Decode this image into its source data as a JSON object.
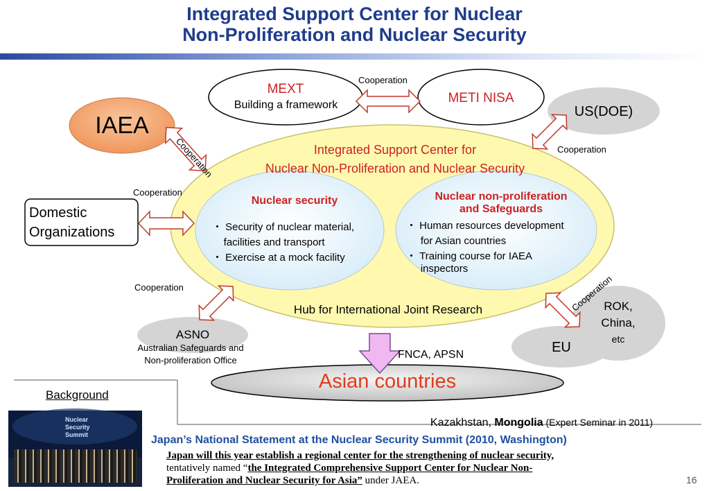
{
  "title": {
    "line1": "Integrated Support Center for Nuclear",
    "line2": "Non-Proliferation and Nuclear Security"
  },
  "colors": {
    "title_blue": "#1f3c8c",
    "red_text": "#cc2222",
    "big_ellipse_fill": "#fff9b0",
    "iaea_fill": "#f4a06a",
    "inner_fill": "#e8f4fb",
    "gray_fill": "#d9d9d9",
    "arrow_outline": "#c0392b",
    "down_arrow_fill": "#f0b8f0"
  },
  "nodes": {
    "mext_title": "MEXT",
    "mext_sub": "Building a framework",
    "meti": "METI  NISA",
    "iaea": "IAEA",
    "usdoe": "US(DOE)",
    "domestic_line1": "Domestic",
    "domestic_line2": "Organizations",
    "asno": "ASNO",
    "asno_desc_line1": "Australian Safeguards and",
    "asno_desc_line2": "Non-proliferation Office",
    "rok_line1": "ROK,",
    "rok_line2": "China,",
    "rok_etc": "etc",
    "eu": "EU",
    "asian": "Asian countries",
    "fnca": "FNCA, APSN"
  },
  "center": {
    "title_line1": "Integrated Support Center for",
    "title_line2": "Nuclear Non-Proliferation and Nuclear Security",
    "hub": "Hub for International Joint Research",
    "security": {
      "title": "Nuclear security",
      "bullets": [
        "・ Security of nuclear material,",
        "    facilities and transport",
        "・ Exercise at a mock facility"
      ]
    },
    "nonprolif": {
      "title_line1": "Nuclear non-proliferation",
      "title_line2": "and Safeguards",
      "bullets": [
        "・ Human resources development",
        "     for Asian countries",
        "・ Training course for IAEA",
        "     inspectors"
      ]
    }
  },
  "cooperation_label": "Cooperation",
  "kazakhstan": {
    "part1": "Kazakhstan, ",
    "part2": "Mongolia",
    "part3": " (Expert Seminar in 2011)"
  },
  "background": {
    "label": "Background",
    "photo_text_line1": "Nuclear",
    "photo_text_line2": "Security",
    "photo_text_line3": "Summit",
    "statement_title": "Japan’s National Statement at the Nuclear Security Summit  (2010, Washington)",
    "statement_l1": "Japan will this year establish a regional center for the strengthening of nuclear security,",
    "statement_l2a": "tentatively named “",
    "statement_l2b": "the Integrated Comprehensive Support Center for Nuclear Non-",
    "statement_l3a": "Proliferation and Nuclear Security for Asia”",
    "statement_l3b": " under JAEA."
  },
  "page_number": "16"
}
